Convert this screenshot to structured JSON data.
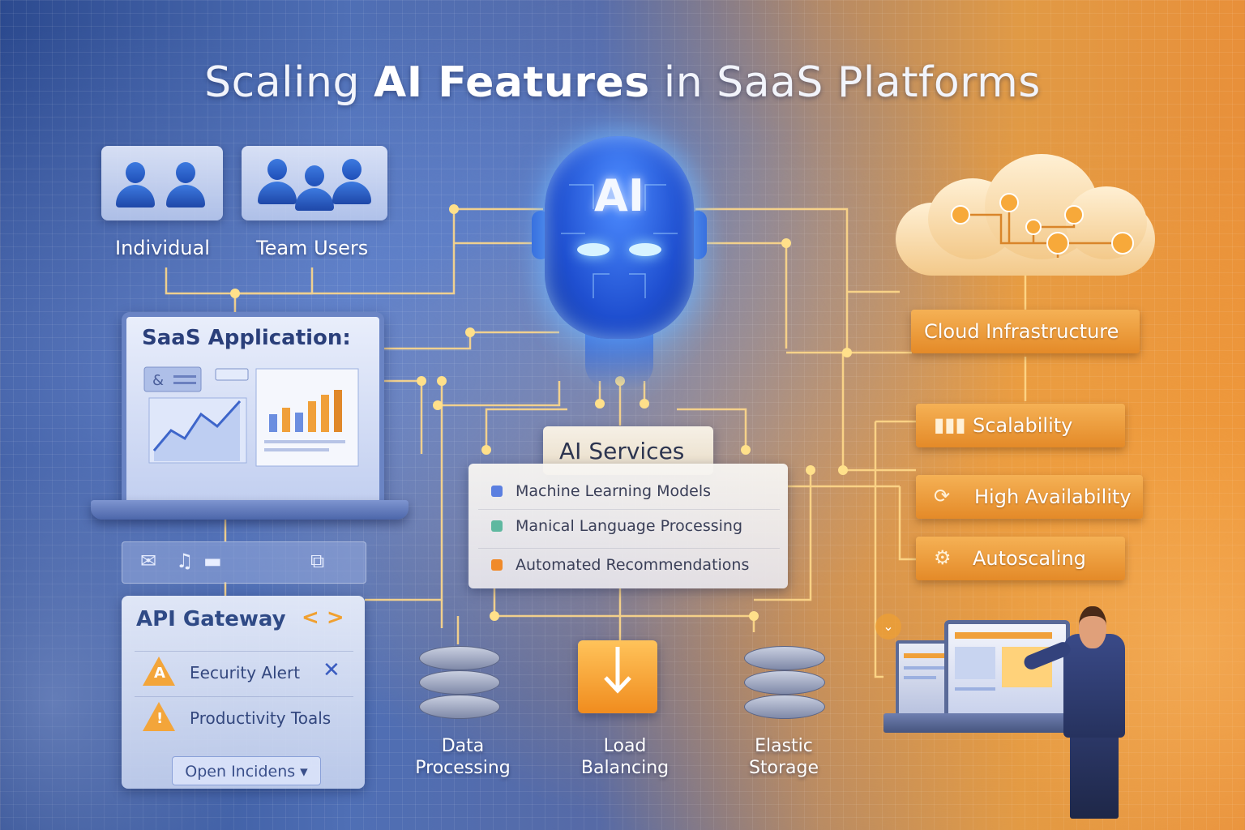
{
  "title": {
    "light": "Scaling ",
    "bold": "AI Features",
    "rest": " in SaaS Platforms"
  },
  "users": {
    "individual": "Individual",
    "team": "Team Users"
  },
  "saas_app": {
    "title": "SaaS Application:",
    "icons": [
      "mail-icon",
      "music-icon",
      "folder-icon",
      "camera-icon"
    ]
  },
  "ai": {
    "label": "AI"
  },
  "ai_services": {
    "title": "AI Services",
    "items": [
      {
        "label": "Machine Learning Models",
        "color": "#5b7fe0"
      },
      {
        "label": "Manical Language Processing",
        "color": "#5fb8a0"
      },
      {
        "label": "Automated Recommendations",
        "color": "#f08a2a"
      }
    ]
  },
  "api_gateway": {
    "title": "API Gateway",
    "arrows": "< >",
    "rows": [
      {
        "label": "Eecurity Alert",
        "badge": "A"
      },
      {
        "label": "Productivity Toals",
        "badge": "!"
      }
    ],
    "button": "Open Incidens ▾"
  },
  "infra": {
    "data": "Data Processing",
    "load": "Load Balancing",
    "storage": "Elastic Storage"
  },
  "cloud": {
    "label": "Cloud Infrastructure"
  },
  "features": [
    {
      "label": "Scalability",
      "icon": "bar-chart-icon"
    },
    {
      "label": "High Availability",
      "icon": "cycle-icon"
    },
    {
      "label": "Autoscaling",
      "icon": "gears-icon"
    }
  ],
  "colors": {
    "blue": "#2c4a8f",
    "orange": "#e8903a",
    "glow": "#ffd27a"
  }
}
